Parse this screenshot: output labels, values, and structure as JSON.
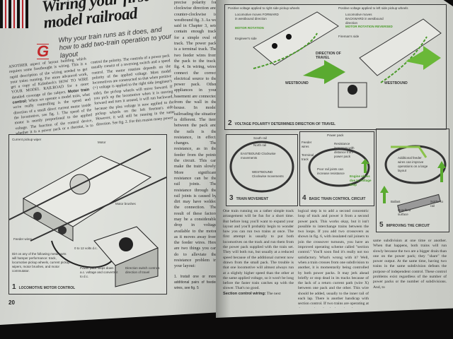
{
  "left_page": {
    "title_line1": "Wiring your first",
    "title_line2": "model railroad",
    "subtitle": "Why your train runs as it does, and how to add two-train operation to your layout",
    "dropcap": "G",
    "intro_paragraph": "ANOTHER aspect of layout building which requires some forethought is wiring. This is a rapid description of the wiring needed to get your trains running. For more advanced work, get a copy of Kalmbach's HOW TO WIRE YOUR MODEL RAILROAD for a more detailed coverage of the subject.",
    "motor_heading": "Motor train control:",
    "motor_paragraph": "When we operate a model train, what we're really controlling is the speed and direction of a small direct current motor inside the locomotive, see fig. 1. The speed of the motor is mostly proportional to the applied voltage. The function of the control device, whether it is a power pack or a rheostat, is to vary the voltage.",
    "middle_paragraph": "control the polarity. The controls of a power pack usually consist of a reversing switch and a speed control. The motor rotation depends on the polarity of the applied voltage. Most model locomotives are constructed so that when positive (+) voltage is applied to the right side (engineer's side), the pickup wheels will move forward. If you pick up the locomotive when it is moving forward and turn it around, it will run backward, because the plus voltage is now applied to the pickup wheels on the left fireman's side. However, it will still be running in the same direction. See fig. 2. For this reason many power",
    "right_column": "precise polarity for clockwise direction and counter-clockwise is westbound fig. 3. As we said in Chapter 3, sets contain enough track for a simple oval of track. The power pack is a terminal track. The two feeder wires from the pack to the track, fig. 4. In wiring, wires connect the correct electrical source to the power pack. Other appliances in your basement are connected from the wall in the house. In model railroading the situation is different. The item between the pack and the rails is the resistance, in effect, changes. The resistance, as in the feeder from the points the circuit. This can make the train slowly. More significant resistance can be the rail joints. The resistance through the rail joints is caused by dirt may have welded the connection. The result of these factors may be a considerable drop in voltage available to the motor as it moves away from the feeder wires. Here are two things you can do to alleviate the resistance problem in your layout:",
    "list_item_1": "1. Install one or more additional pairs of feeder wires, see fig. 5",
    "page_number": "20",
    "figure1": {
      "number": "1",
      "caption": "LOCOMOTIVE MOTOR CONTROL",
      "note_parts": "Dirt on any of the following metal parts will hamper performance: track, locomotive pickup wheels, current pickup wipers, motor brushes, and motor commutator.",
      "label_power_pack": "Power pack steps down a.c. voltage and converts it to d.c.",
      "label_direction": "Direction switch controls direction of travel",
      "label_pickup": "Current pickup wiper",
      "label_motor": "Motor",
      "label_brushes": "Motor brushes",
      "label_feeder": "Feeder wires",
      "label_volts": "0 to 12 volts d.c."
    }
  },
  "right_page": {
    "figure2": {
      "number": "2",
      "caption": "VOLTAGE POLARITY DETERMINES DIRECTION OF TRAVEL",
      "left_heading": "Positive voltage applied to right side pickup wheels",
      "left_note": "Locomotive moves FORWARD in westbound direction",
      "left_rotation": "MOTOR ROTATION",
      "left_side": "Engineer's side",
      "left_direction": "WESTBOUND",
      "arrow_label": "DIRECTION OF TRAVEL",
      "right_heading": "Positive voltage applied to left side pickup wheels",
      "right_note": "Locomotive moves BACKWARD in westbound direction",
      "right_rotation": "MOTOR ROTATION REVERSED",
      "right_side": "Fireman's side",
      "right_direction": "WESTBOUND"
    },
    "figure3": {
      "number": "3",
      "caption": "TRAIN MOVEMENT",
      "south_rail": "South rail",
      "north_rail": "North rail",
      "eastbound": "EASTBOUND Clockwise movements",
      "westbound": "WESTBOUND Clockwise movements"
    },
    "figure4": {
      "number": "4",
      "caption": "BASIC TRAIN CONTROL CIRCUIT",
      "power_pack": "Power pack",
      "feeder_wires": "Feeder wires",
      "terminal_track": "Terminal track",
      "resistance": "Resistance increases with distance from power pack",
      "rail_joints": "Poor rail joints can increase resistance",
      "engine_slows": "Engine slows due to voltage drop"
    },
    "figure5": {
      "number": "5",
      "caption": "IMPROVING THE CIRCUIT",
      "additional_feeders": "Additional feeder wires can improve operations on a large layout",
      "ballast": "Ballast",
      "roadbed": "Roadbed surface",
      "solder": "Solder to rail"
    },
    "col1_paragraph": "One train running on a rather simple track arrangement will be fun for a short time. But before long you'll want to expand your layout and you'll probably begin to wonder how you can run two trains at once. The first attempt is usually to put both locomotives on the track and run them from the power pack supplied with the train set. They will both run, but usually at a reduced speed because of the additional current now drawn from the small pack. The trouble is that one locomotive will almost always run at a slightly higher speed than the other at the same applied voltage, so it won't be long before the faster train catches up with the slower. That's no good.",
    "col1_heading": "Section control wiring:",
    "col1_heading_tail": "The next",
    "col2_paragraph": "logical step is to add a second concentric loop of track and power it from a second power pack. This works okay, but it isn't possible to interchange trains between the two loops. If you add two crossovers as shown in fig. 6, with insulated rail joiners to join the crossover turnouts, you have an improved operating scheme called \"section control.\" You'll soon find it's really not too satisfactory. What's wrong with it? Well, when a train crosses from one subdivision to another, it is momentarily being controlled by both power packs. It may jerk ahead briefly or stop dead in its tracks because of the lack of a return current path (wire X) between one pack and the other. This wire should be added, usually to the inner rail of each lap. There is another handicap with section control. If two trains are operating at the same time, they both get into the",
    "col3_paragraph": "same subdivision at one time or another. When that happens, both trains will run slowly because the two are a bigger drain than one on the power pack; they \"share\" the power output. At the same time, having two trains in the same subdivision defeats the purpose of independent control. These control problems exist regardless of the number of power packs or the number of subdivisions. And, to"
  },
  "colors": {
    "accent_red": "#c2282b",
    "diagram_green": "#4a9a2a",
    "paper": "#d3d5cf",
    "background": "#0d0c0c"
  }
}
